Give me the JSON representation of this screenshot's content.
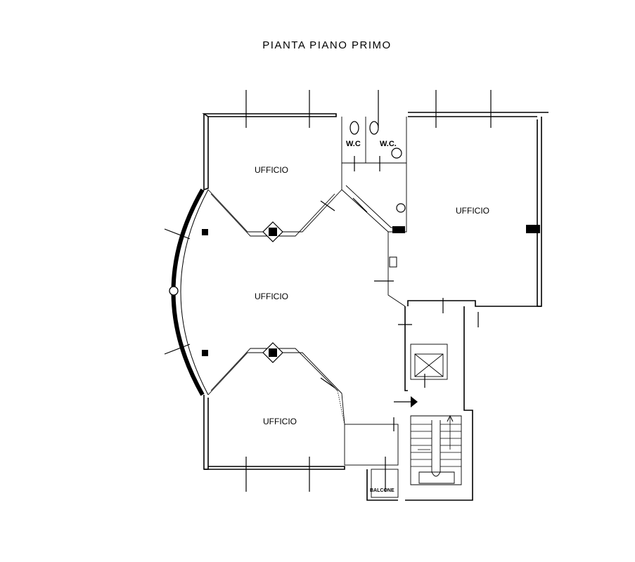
{
  "title": "PIANTA PIANO PRIMO",
  "rooms": {
    "office_top_left": "UFFICIO",
    "office_right": "UFFICIO",
    "office_center": "UFFICIO",
    "office_bottom": "UFFICIO"
  },
  "wc": {
    "left": "W.C",
    "right": "W.C."
  },
  "balcony": "BALCONE"
}
